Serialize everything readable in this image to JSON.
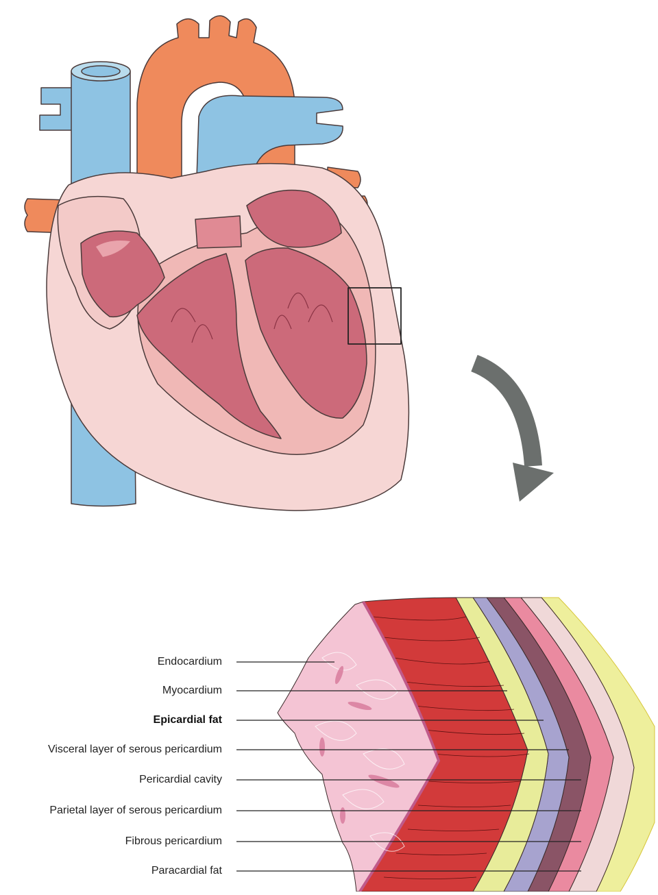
{
  "figure": {
    "heart": {
      "parts": [
        "superior-vena-cava",
        "aorta",
        "pulmonary-artery",
        "pulmonary-veins",
        "inferior-vena-cava",
        "pericardium",
        "myocardium",
        "ventricles",
        "atria"
      ],
      "colors": {
        "vein": "#8ec3e3",
        "artery": "#ef8a5c",
        "pericardium": "#f6d6d4",
        "myocardium": "#f0b8b6",
        "chamber": "#cc6a7a",
        "outline": "#4a3a3a"
      }
    },
    "zoom_arrow": {
      "color": "#6b6f6d"
    },
    "layers": {
      "colors": {
        "endocardium": "#f4c4d4",
        "myocardium": "#d23a3a",
        "epicardial_fat": "#e8ec9a",
        "visceral": "#a7a3cf",
        "cavity": "#8a5466",
        "parietal": "#ea8aa0",
        "fibrous": "#f0d8d8",
        "paracardial_fat": "#eeef9c"
      }
    }
  },
  "labels": [
    {
      "id": "endocardium",
      "text": "Endocardium",
      "bold": false
    },
    {
      "id": "myocardium",
      "text": "Myocardium",
      "bold": false
    },
    {
      "id": "epicardial-fat",
      "text": "Epicardial fat",
      "bold": true
    },
    {
      "id": "visceral-layer",
      "text": "Visceral layer of serous pericardium",
      "bold": false
    },
    {
      "id": "pericardial-cavity",
      "text": "Pericardial cavity",
      "bold": false
    },
    {
      "id": "parietal-layer",
      "text": "Parietal layer of serous pericardium",
      "bold": false
    },
    {
      "id": "fibrous-pericardium",
      "text": "Fibrous pericardium",
      "bold": false
    },
    {
      "id": "paracardial-fat",
      "text": "Paracardial fat",
      "bold": false
    }
  ]
}
